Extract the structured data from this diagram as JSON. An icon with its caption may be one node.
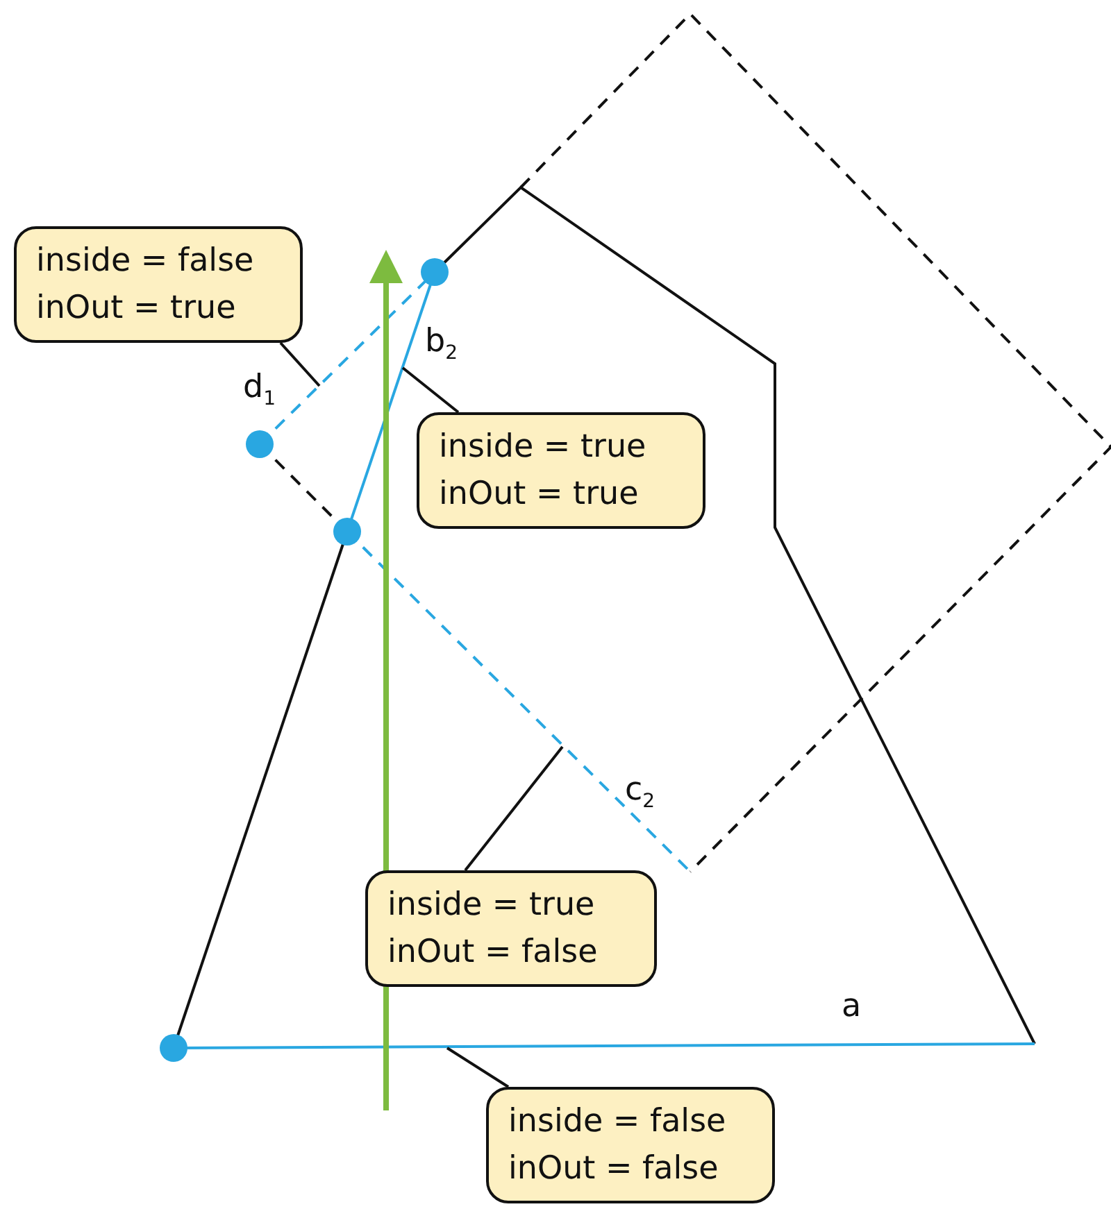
{
  "diagram": {
    "nodes": [
      {
        "text": [
          "inside = false",
          "inOut = true"
        ]
      },
      {
        "text": [
          "inside = true",
          "inOut = true"
        ]
      },
      {
        "text": [
          "inside = true",
          "inOut = false"
        ]
      },
      {
        "text": [
          "inside = false",
          "inOut = false"
        ]
      }
    ],
    "edges": [
      {
        "from": 0,
        "to": null,
        "arrow": "none"
      },
      {
        "from": 1,
        "to": null,
        "arrow": "none"
      },
      {
        "from": 2,
        "to": null,
        "arrow": "none"
      },
      {
        "from": 3,
        "to": null,
        "arrow": "none"
      }
    ],
    "labels": [
      "d$_{1}$",
      "b$_{2}$",
      "c$_{2}$",
      "a"
    ]
  }
}
